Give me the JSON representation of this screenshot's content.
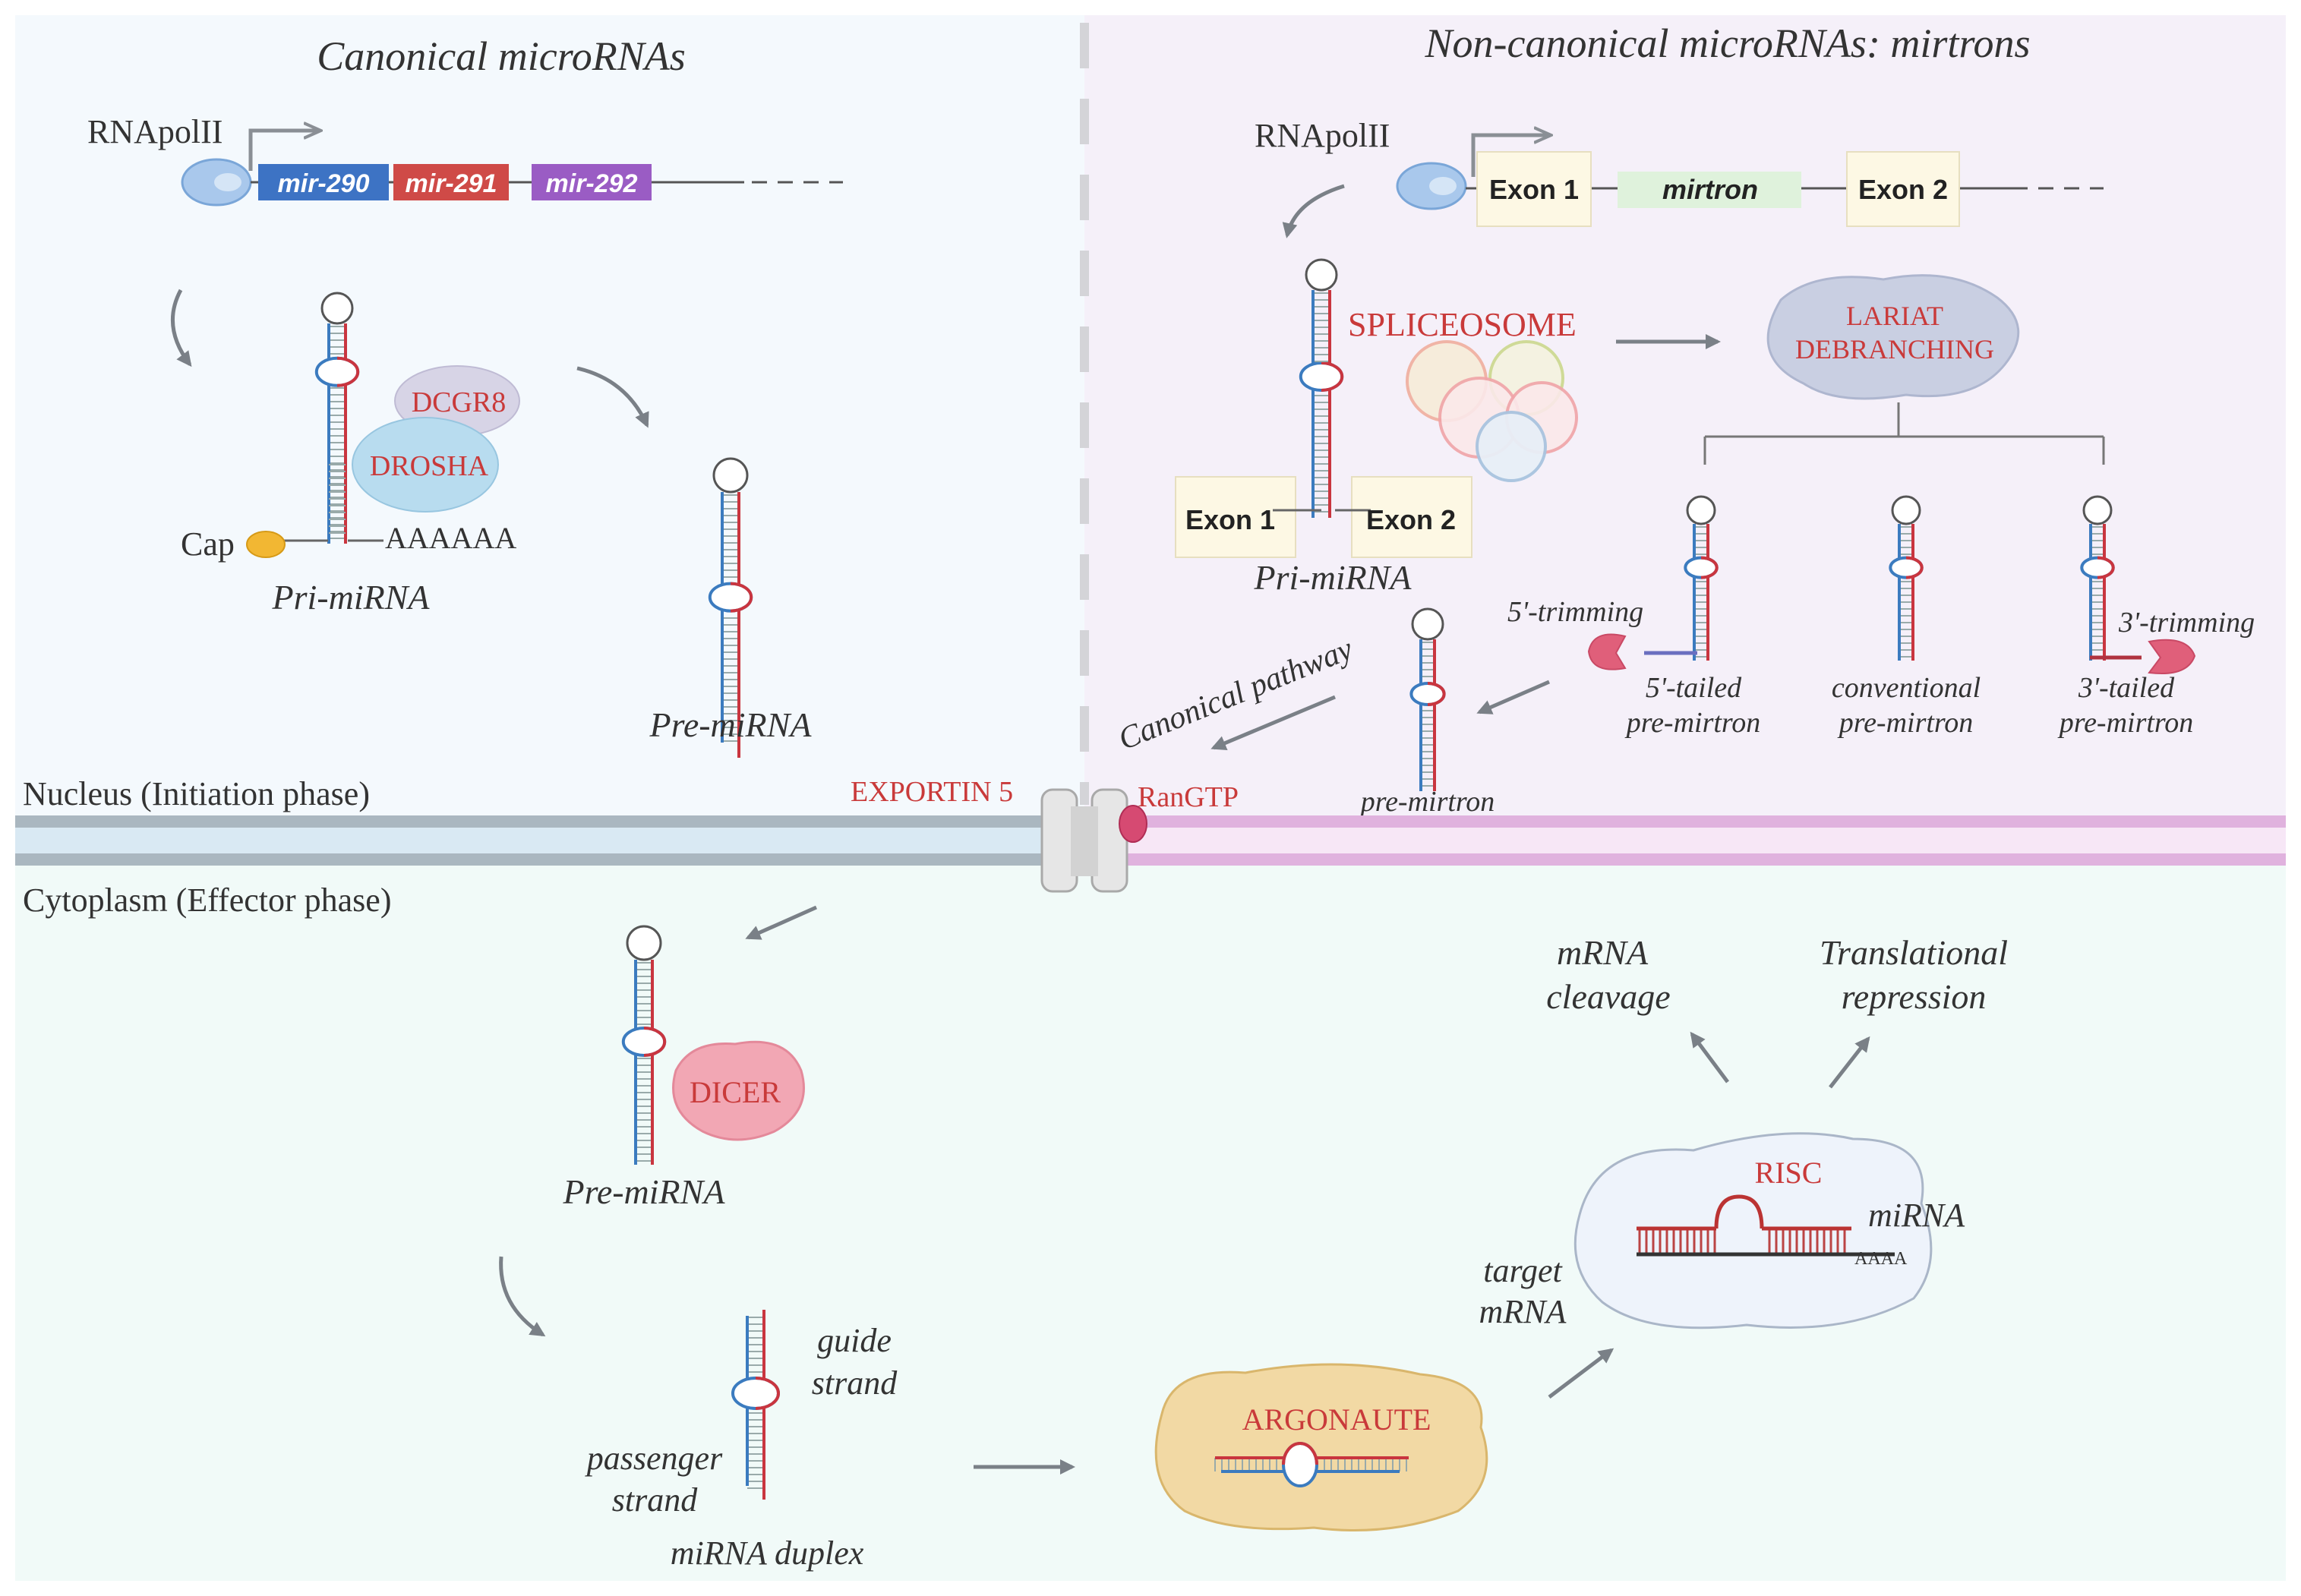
{
  "colors": {
    "nucleus_left_bg": "#f4f9fd",
    "nucleus_right_bg": "#f5f0f9",
    "cytoplasm_bg": "#f1faf8",
    "rna_blue": "#3b7bbf",
    "rna_red": "#c9353f",
    "protein_label": "#c93a3a",
    "arrow": "#7a8087",
    "exon_fill": "#fdf8e4",
    "mirtron_fill": "#dff2dc",
    "mir290": "#3d73c4",
    "mir291": "#cf4a47",
    "mir292": "#9a5cc4"
  },
  "canonical": {
    "title": "Canonical microRNAs",
    "rnapol": "RNApolII",
    "genes": [
      "mir-290",
      "mir-291",
      "mir-292"
    ],
    "dcgr8": "DCGR8",
    "drosha": "DROSHA",
    "cap": "Cap",
    "polya": "AAAAAA",
    "pri_label": "Pri-miRNA",
    "pre_label": "Pre-miRNA"
  },
  "noncanonical": {
    "title": "Non-canonical microRNAs: mirtrons",
    "rnapol": "RNApolII",
    "exon1": "Exon 1",
    "mirtron": "mirtron",
    "exon2": "Exon 2",
    "spliceosome": "SPLICEOSOME",
    "lariat_line1": "LARIAT",
    "lariat_line2": "DEBRANCHING",
    "pri_exon1": "Exon 1",
    "pri_exon2": "Exon 2",
    "pri_label": "Pri-miRNA",
    "trim5": "5'-trimming",
    "trim3": "3'-trimming",
    "tailed5_line1": "5'-tailed",
    "tailed5_line2": "pre-mirtron",
    "conv_line1": "conventional",
    "conv_line2": "pre-mirtron",
    "tailed3_line1": "3'-tailed",
    "tailed3_line2": "pre-mirtron",
    "premirtron": "pre-mirtron",
    "canonical_pathway": "Canonical pathway"
  },
  "membrane": {
    "nucleus_label": "Nucleus (Initiation phase)",
    "cytoplasm_label": "Cytoplasm (Effector phase)",
    "exportin": "EXPORTIN 5",
    "rangtp": "RanGTP"
  },
  "cytoplasm": {
    "dicer": "DICER",
    "pre_label": "Pre-miRNA",
    "guide_line1": "guide",
    "guide_line2": "strand",
    "passenger_line1": "passenger",
    "passenger_line2": "strand",
    "duplex_label": "miRNA duplex",
    "argonaute": "ARGONAUTE",
    "risc": "RISC",
    "mirna": "miRNA",
    "polya": "AAAA",
    "target_line1": "target",
    "target_line2": "mRNA",
    "cleavage_line1": "mRNA",
    "cleavage_line2": "cleavage",
    "repression_line1": "Translational",
    "repression_line2": "repression"
  }
}
